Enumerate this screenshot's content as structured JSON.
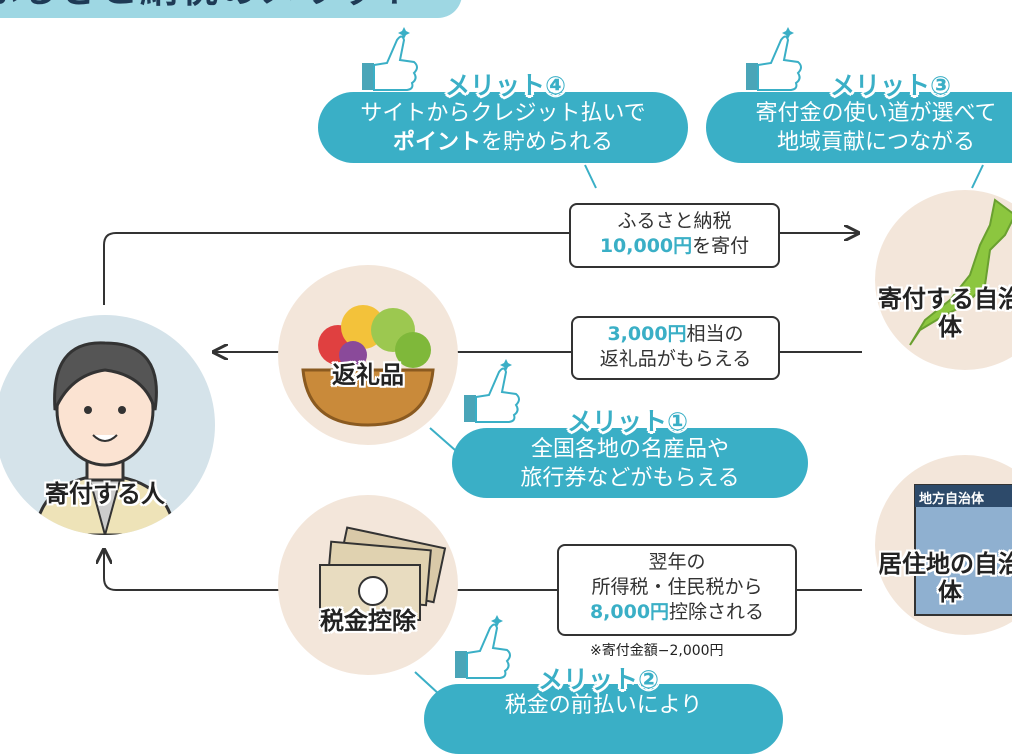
{
  "title": "ふるさと納税のメリット",
  "actors": {
    "donor": "寄付する人",
    "recipient_municipality": "寄付する自治体",
    "resident_municipality": "居住地の自治体"
  },
  "items": {
    "gift": "返礼品",
    "tax_deduction": "税金控除",
    "municipality_sign": "地方自治体"
  },
  "flows": {
    "donation": {
      "line1": "ふるさと納税",
      "amount": "10,000円",
      "line2_suffix": "を寄付"
    },
    "gift": {
      "amount": "3,000円",
      "line1_suffix": "相当の",
      "line2": "返礼品がもらえる"
    },
    "deduction": {
      "line1": "翌年の",
      "line2": "所得税・住民税から",
      "amount": "8,000円",
      "line3_suffix": "控除される",
      "note": "※寄付金額−2,000円"
    }
  },
  "merits": [
    {
      "heading": "メリット①",
      "line1": "全国各地の名産品や",
      "line2": "旅行券などがもらえる"
    },
    {
      "heading": "メリット②",
      "line1": "税金の前払いにより"
    },
    {
      "heading": "メリット③",
      "line1": "寄付金の使い道が選べて",
      "line2": "地域貢献につながる"
    },
    {
      "heading": "メリット④",
      "line1": "サイトからクレジット払いで",
      "bold": "ポイント",
      "line2_suffix": "を貯められる"
    }
  ],
  "colors": {
    "accent": "#3aafc6",
    "title_bg": "#9ed7e3",
    "circle_bg": "#f3e6da"
  }
}
